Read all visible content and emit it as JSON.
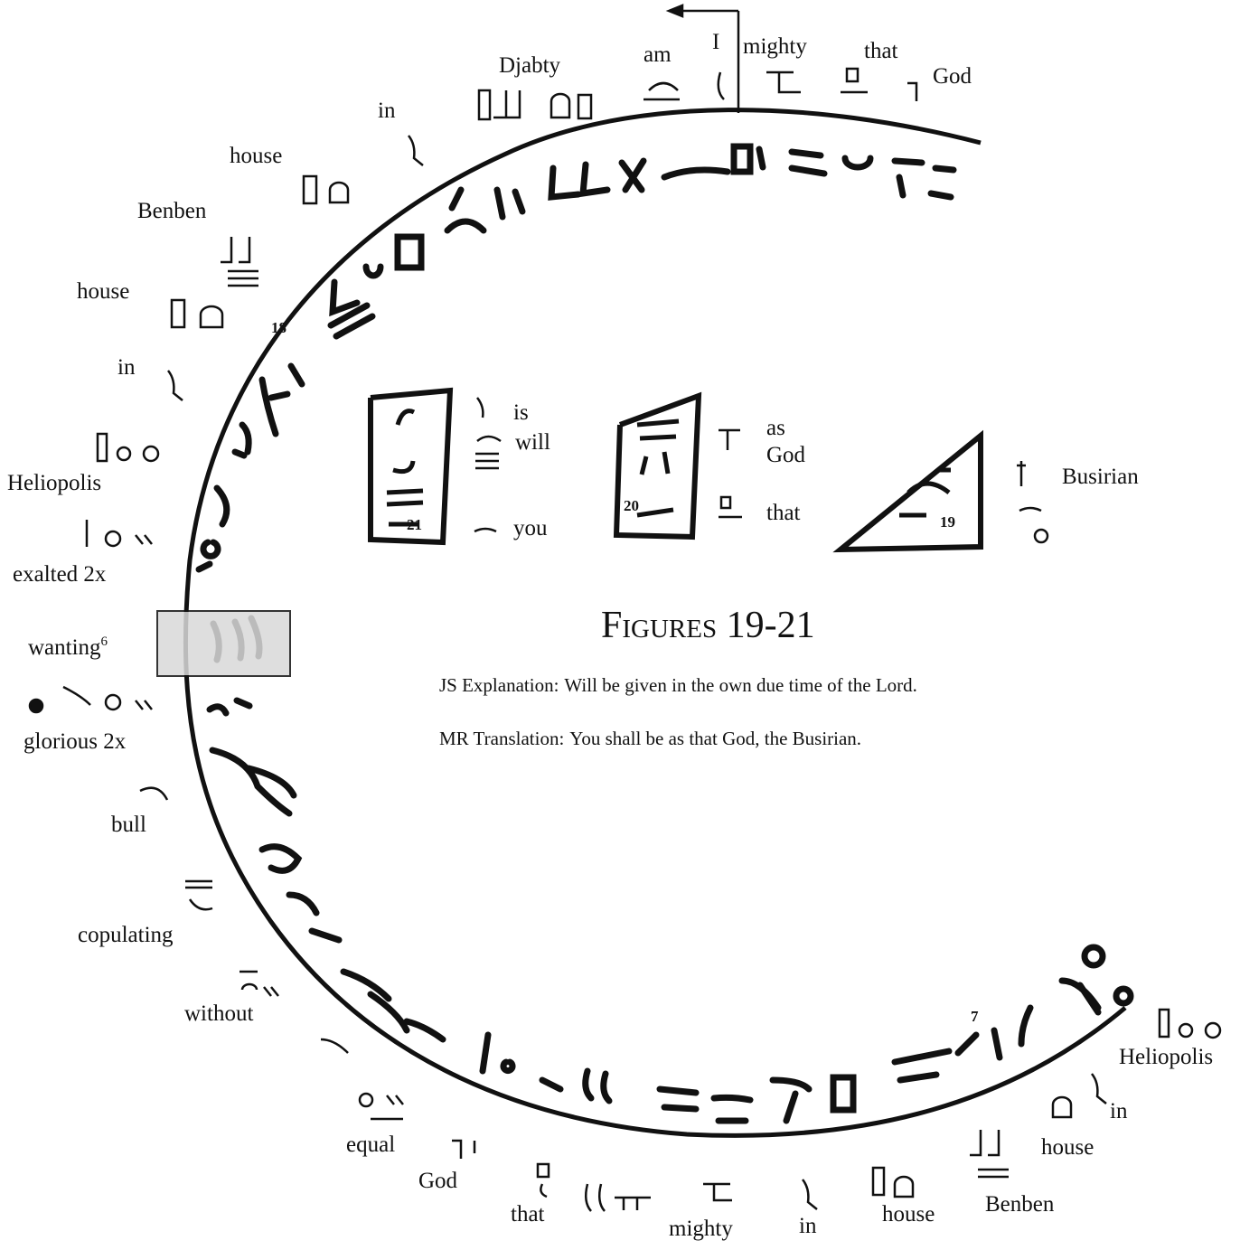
{
  "figure": {
    "title": "Figures 19-21",
    "js_explanation": {
      "label": "JS Explanation:",
      "text": "Will be given in the own due time of the Lord."
    },
    "mr_translation": {
      "label": "MR Translation:",
      "text": "You shall be as that God, the Busirian."
    }
  },
  "top_gloss": [
    "Djabty",
    "am",
    "I",
    "mighty",
    "that",
    "God"
  ],
  "left_gloss": [
    "in",
    "house",
    "Benben",
    "house",
    "in",
    "Heliopolis",
    "exalted 2x",
    "wanting",
    "glorious 2x",
    "bull",
    "copulating",
    "without"
  ],
  "left_footnote": "6",
  "bottom_gloss": [
    "equal",
    "God",
    "that",
    "mighty",
    "in",
    "house",
    "Benben",
    "house",
    "in",
    "Heliopolis"
  ],
  "fragment_21": {
    "number": "21",
    "gloss": [
      "is",
      "will",
      "you"
    ]
  },
  "fragment_20": {
    "number": "20",
    "gloss": [
      "as",
      "God",
      "that"
    ]
  },
  "fragment_19": {
    "number": "19",
    "gloss": [
      "Busirian"
    ]
  },
  "line_number": "18",
  "bottom_line_number": "7",
  "colors": {
    "ink": "#111111",
    "highlight": "#d9d9d9",
    "paper": "#ffffff"
  }
}
